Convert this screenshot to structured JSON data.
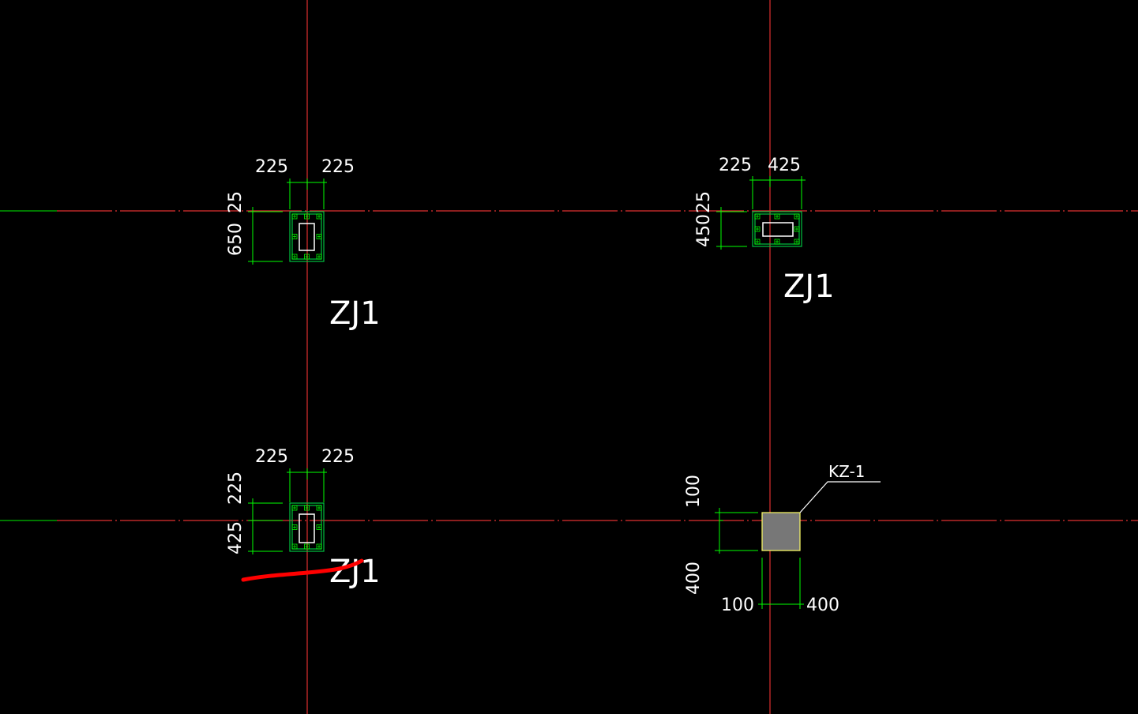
{
  "drawing": {
    "colors": {
      "background": "#000000",
      "axis": "#e03030",
      "axis_left_segment": "#00c000",
      "dimension": "#00ff00",
      "column_outline": "#00c040",
      "text": "#ffffff",
      "kz_fill": "#777777",
      "kz_outline": "#ffff66",
      "markup_stroke": "#ff0000"
    },
    "columns": [
      {
        "label": "ZJ1",
        "dim_top_left": "225",
        "dim_top_right": "225",
        "dim_left_upper": "25",
        "dim_left_lower": "650"
      },
      {
        "label": "ZJ1",
        "dim_top_left": "225",
        "dim_top_right": "425",
        "dim_left_upper": "25",
        "dim_left_lower": "450"
      },
      {
        "label": "ZJ1",
        "dim_top_left": "225",
        "dim_top_right": "225",
        "dim_left_upper": "225",
        "dim_left_lower": "425"
      }
    ],
    "kz": {
      "label": "KZ-1",
      "dim_left_upper": "100",
      "dim_left_lower": "400",
      "dim_bottom_left": "100",
      "dim_bottom_right": "400"
    }
  }
}
